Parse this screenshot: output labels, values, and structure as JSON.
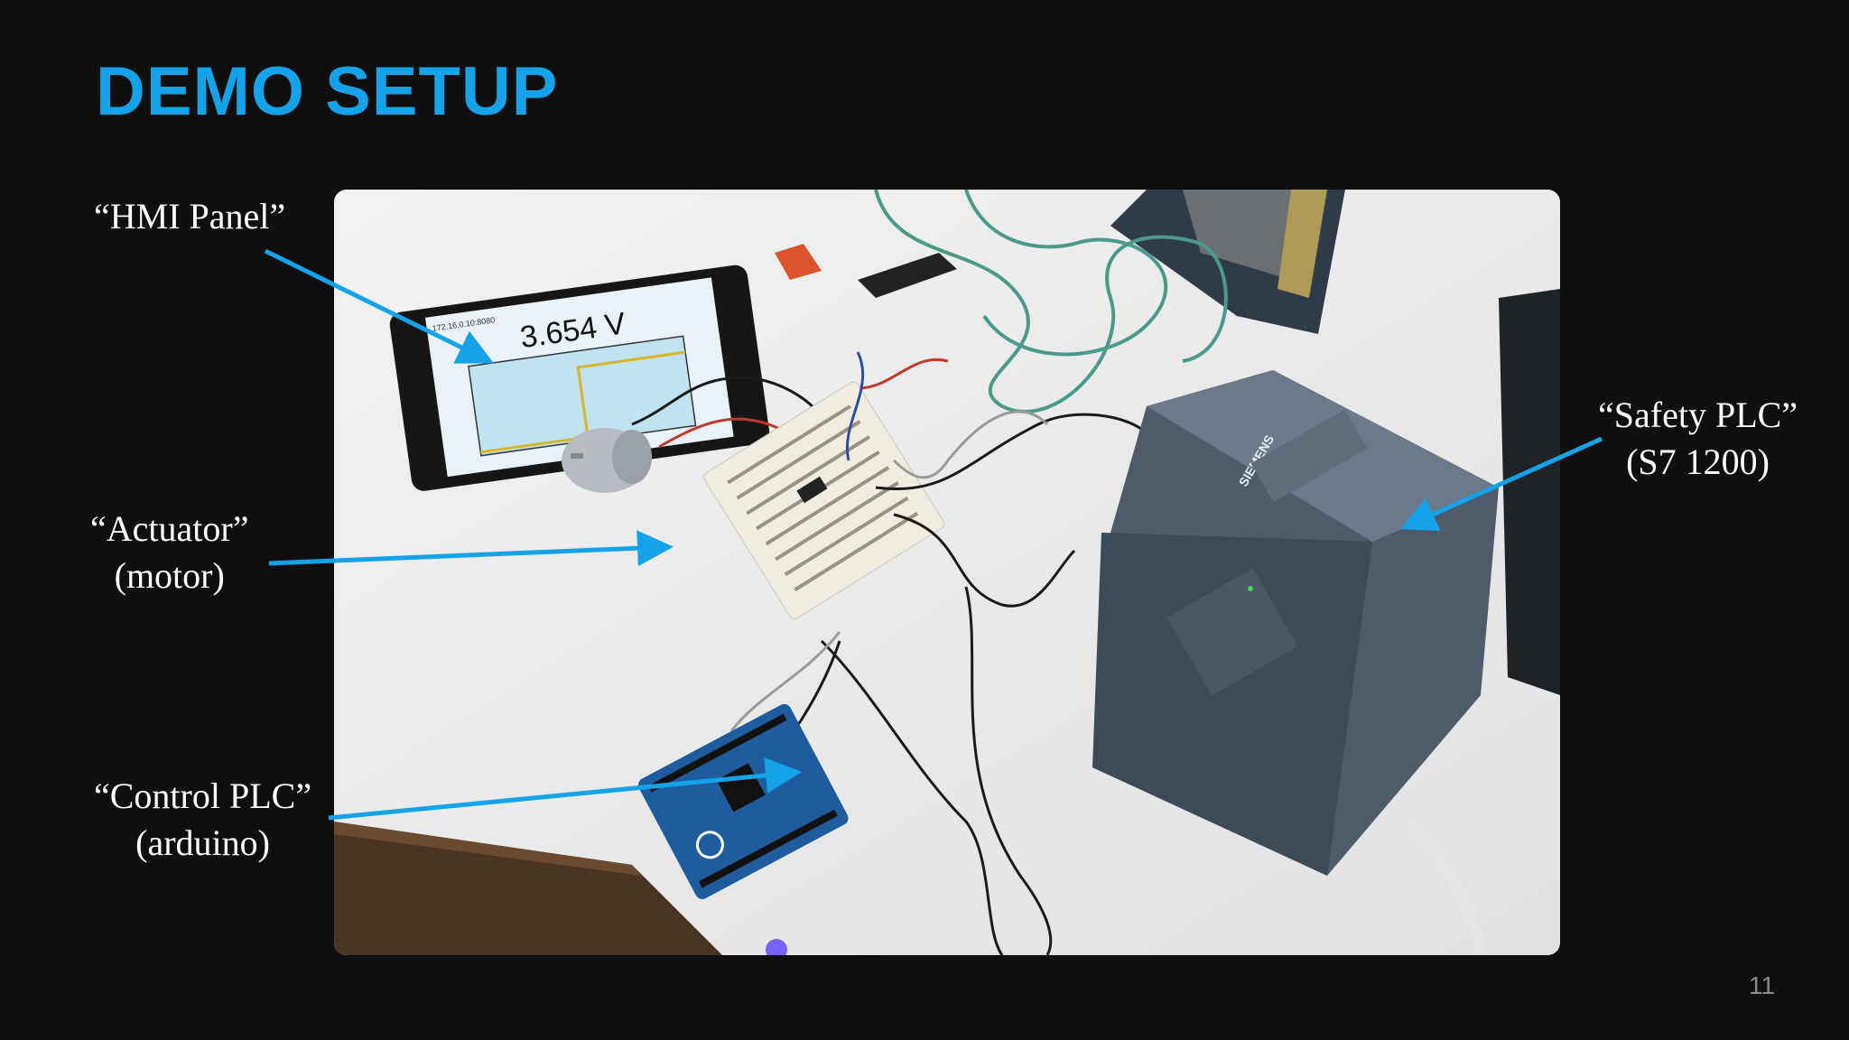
{
  "slide": {
    "title": "DEMO SETUP",
    "page_number": "11",
    "accent_color": "#14a3e8"
  },
  "photo": {
    "hmi_screen_value": "3.654 V",
    "hmi_screen_url": "172.16.0.10:8080",
    "plc_brand": "SIEMENS"
  },
  "labels": {
    "hmi": {
      "line1": "“HMI Panel”"
    },
    "actuator": {
      "line1": "“Actuator”",
      "line2": "(motor)"
    },
    "control": {
      "line1": "“Control PLC”",
      "line2": "(arduino)"
    },
    "safety": {
      "line1": "“Safety PLC”",
      "line2": "(S7 1200)"
    }
  }
}
